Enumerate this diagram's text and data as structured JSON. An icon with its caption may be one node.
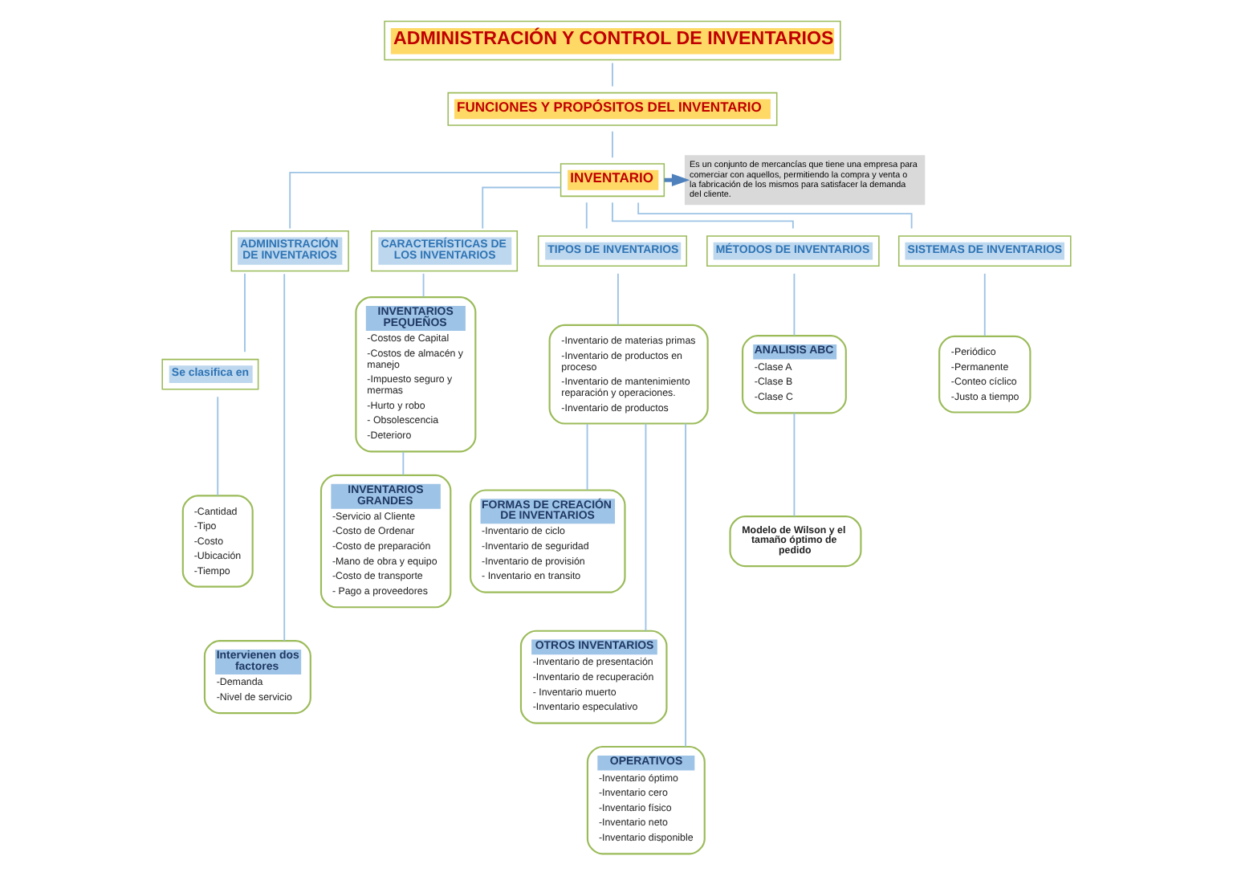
{
  "diagram": {
    "nodes": [
      {
        "text": [
          "ADMINISTRACIÓN Y CONTROL DE INVENTARIOS"
        ]
      },
      {
        "text": [
          "FUNCIONES Y PROPÓSITOS DEL INVENTARIO"
        ]
      },
      {
        "text": [
          "INVENTARIO"
        ]
      },
      {
        "text": [
          "Es un conjunto de mercancías que tiene una empresa para comerciar con aquellos, permitiendo la compra y venta o la fabricación de los mismos para satisfacer la demanda del cliente."
        ]
      },
      {
        "text": [
          "ADMINISTRACIÓN DE INVENTARIOS"
        ]
      },
      {
        "text": [
          "CARACTERÍSTICAS DE LOS INVENTARIOS"
        ]
      },
      {
        "text": [
          "TIPOS DE INVENTARIOS"
        ]
      },
      {
        "text": [
          "MÉTODOS DE INVENTARIOS"
        ]
      },
      {
        "text": [
          "SISTEMAS DE INVENTARIOS"
        ]
      },
      {
        "text": [
          "Se clasifica en"
        ]
      },
      {
        "text": [
          "-Cantidad",
          "-Tipo",
          "-Costo",
          "-Ubicación",
          "-Tiempo"
        ]
      },
      {
        "text": [
          "Intervienen dos factores",
          "-Demanda",
          "-Nivel de servicio"
        ]
      },
      {
        "text": [
          "INVENTARIOS PEQUEÑOS",
          "-Costos de Capital",
          "-Costos de almacén y manejo",
          "-Impuesto seguro y mermas",
          "-Hurto y robo",
          "- Obsolescencia",
          "-Deterioro"
        ]
      },
      {
        "text": [
          "INVENTARIOS GRANDES",
          "-Servicio al Cliente",
          "-Costo de Ordenar",
          "-Costo de preparación",
          "-Mano de obra y equipo",
          "-Costo de transporte",
          "- Pago a proveedores"
        ]
      },
      {
        "text": [
          "-Inventario de materias primas",
          "-Inventario de productos en proceso",
          "-Inventario de mantenimiento reparación y operaciones.",
          "-Inventario de productos"
        ]
      },
      {
        "text": [
          "FORMAS DE CREACIÓN DE INVENTARIOS",
          "-Inventario de ciclo",
          "-Inventario de seguridad",
          "-Inventario de provisión",
          "- Inventario en transito"
        ]
      },
      {
        "text": [
          "OTROS INVENTARIOS",
          "-Inventario de presentación",
          "-Inventario de recuperación",
          "- Inventario muerto",
          "-Inventario especulativo"
        ]
      },
      {
        "text": [
          "OPERATIVOS",
          "-Inventario óptimo",
          "-Inventario cero",
          "-Inventario físico",
          "-Inventario neto",
          "-Inventario disponible"
        ]
      },
      {
        "text": [
          "ANALISIS ABC",
          "-Clase A",
          "-Clase B",
          "-Clase C"
        ]
      },
      {
        "text": [
          "Modelo de Wilson y el tamaño óptimo de pedido"
        ]
      },
      {
        "text": [
          "-Periódico",
          "-Permanente",
          "-Conteo cíclico",
          "-Justo a tiempo"
        ]
      }
    ],
    "edges": [
      {
        "from": 0,
        "to": 1,
        "arrow": "none"
      },
      {
        "from": 1,
        "to": 2,
        "arrow": "none"
      },
      {
        "from": 2,
        "to": 3,
        "arrow": "to",
        "style": "thick",
        "color": "#4f81bd"
      },
      {
        "from": 2,
        "to": 4,
        "arrow": "none"
      },
      {
        "from": 2,
        "to": 5,
        "arrow": "none"
      },
      {
        "from": 2,
        "to": 6,
        "arrow": "none"
      },
      {
        "from": 2,
        "to": 7,
        "arrow": "none"
      },
      {
        "from": 2,
        "to": 8,
        "arrow": "none"
      },
      {
        "from": 4,
        "to": 9,
        "arrow": "none"
      },
      {
        "from": 9,
        "to": 10,
        "arrow": "none"
      },
      {
        "from": 4,
        "to": 11,
        "arrow": "none"
      },
      {
        "from": 5,
        "to": 12,
        "arrow": "none"
      },
      {
        "from": 12,
        "to": 13,
        "arrow": "none"
      },
      {
        "from": 6,
        "to": 14,
        "arrow": "none"
      },
      {
        "from": 14,
        "to": 15,
        "arrow": "none"
      },
      {
        "from": 14,
        "to": 16,
        "arrow": "none"
      },
      {
        "from": 14,
        "to": 17,
        "arrow": "none"
      },
      {
        "from": 7,
        "to": 18,
        "arrow": "none"
      },
      {
        "from": 18,
        "to": 19,
        "arrow": "none"
      },
      {
        "from": 8,
        "to": 20,
        "arrow": "none"
      }
    ]
  }
}
